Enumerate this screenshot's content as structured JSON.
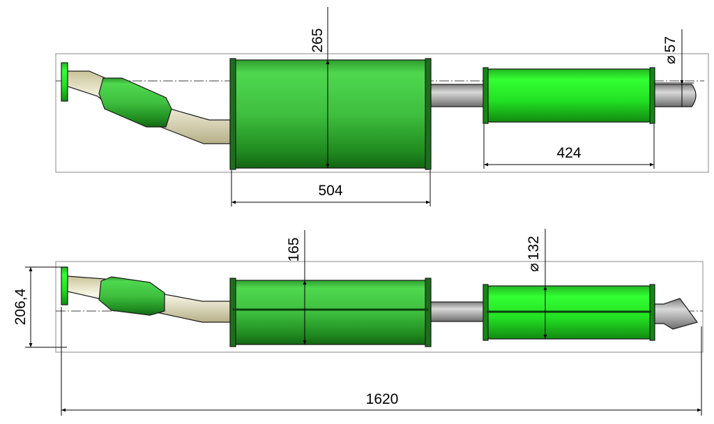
{
  "drawing": {
    "top_view": {
      "dim_muffler_height": "265",
      "dim_tailpipe_dia": "57",
      "dim_main_muffler_length": "504",
      "dim_rear_muffler_length": "424"
    },
    "side_view": {
      "dim_muffler_height": "165",
      "dim_rear_muffler_dia": "132",
      "dim_flange_height": "206,4",
      "dim_total_length": "1620"
    },
    "diameter_symbol": "⌀",
    "colors": {
      "muffler_green": "#3fcc3f",
      "muffler_green_dark": "#1f7a1f",
      "pipe_grey": "#a9a9a9",
      "pipe_cream": "#e9e6c8",
      "frame_grey": "#8a8a8a"
    }
  }
}
